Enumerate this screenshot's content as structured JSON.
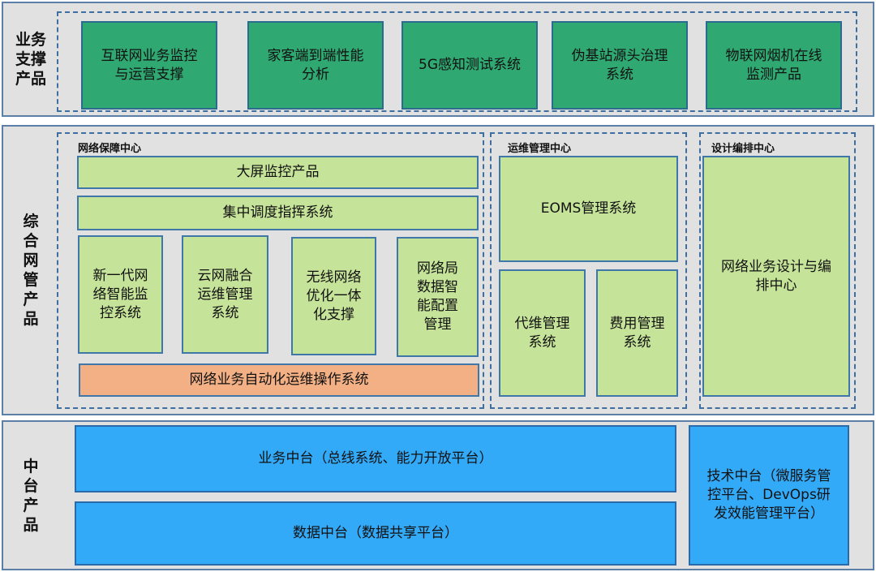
{
  "layers": {
    "business": {
      "label": "业务\n支撑\n产品",
      "products": [
        "互联网业务监控\n与运营支撑",
        "家客端到端性能\n分析",
        "5G感知测试系统",
        "伪基站源头治理\n系统",
        "物联网烟机在线\n监测产品"
      ]
    },
    "network": {
      "label": "综\n合\n网\n管\n产\n品",
      "assurance_center": {
        "title": "网络保障中心",
        "screen_monitoring": "大屏监控产品",
        "dispatch_command": "集中调度指挥系统",
        "systems": [
          "新一代网\n络智能监\n控系统",
          "云网融合\n运维管理\n系统",
          "无线网络\n优化一体\n化支撑",
          "网络局\n数据智\n能配置\n管理"
        ],
        "automation": "网络业务自动化运维操作系统"
      },
      "ops_center": {
        "title": "运维管理中心",
        "eoms": "EOMS管理系统",
        "agent_maintenance": "代维管理\n系统",
        "cost_management": "费用管理\n系统"
      },
      "design_center": {
        "title": "设计编排中心",
        "design_system": "网络业务设计与编\n排中心"
      }
    },
    "middle": {
      "label": "中\n台\n产\n品",
      "business_platform": "业务中台（总线系统、能力开放平台）",
      "data_platform": "数据中台（数据共享平台）",
      "tech_platform": "技术中台（微服务管\n控平台、DevOps研\n发效能管理平台）"
    }
  }
}
